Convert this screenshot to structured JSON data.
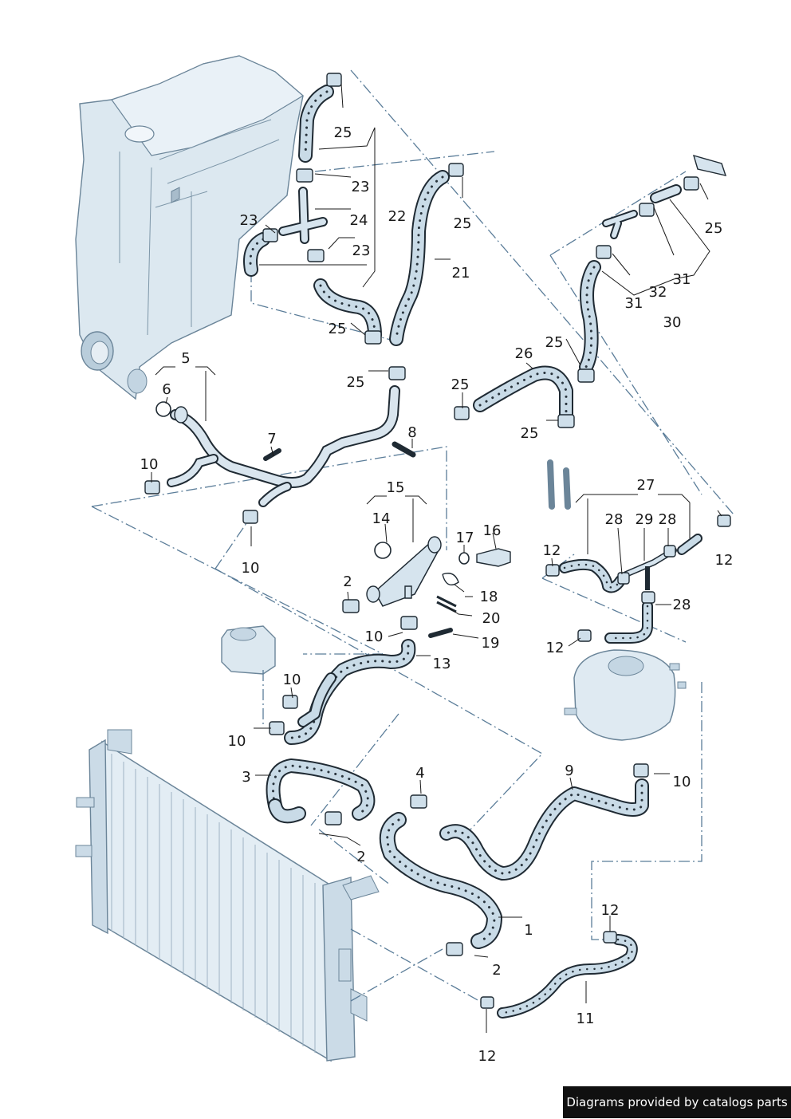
{
  "callouts": [
    {
      "id": "c25a",
      "text": "25"
    },
    {
      "id": "c23a",
      "text": "23"
    },
    {
      "id": "c23b",
      "text": "23"
    },
    {
      "id": "c24",
      "text": "24"
    },
    {
      "id": "c22",
      "text": "22"
    },
    {
      "id": "c23c",
      "text": "23"
    },
    {
      "id": "c25b",
      "text": "25"
    },
    {
      "id": "c21",
      "text": "21"
    },
    {
      "id": "c25c",
      "text": "25"
    },
    {
      "id": "c31a",
      "text": "31"
    },
    {
      "id": "c32",
      "text": "32"
    },
    {
      "id": "c31b",
      "text": "31"
    },
    {
      "id": "c30",
      "text": "30"
    },
    {
      "id": "c25d",
      "text": "25"
    },
    {
      "id": "c25e",
      "text": "25"
    },
    {
      "id": "c26",
      "text": "26"
    },
    {
      "id": "c25f",
      "text": "25"
    },
    {
      "id": "c25g",
      "text": "25"
    },
    {
      "id": "c25h",
      "text": "25"
    },
    {
      "id": "c5",
      "text": "5"
    },
    {
      "id": "c6",
      "text": "6"
    },
    {
      "id": "c7",
      "text": "7"
    },
    {
      "id": "c8",
      "text": "8"
    },
    {
      "id": "c10a",
      "text": "10"
    },
    {
      "id": "c10b",
      "text": "10"
    },
    {
      "id": "c15",
      "text": "15"
    },
    {
      "id": "c14",
      "text": "14"
    },
    {
      "id": "c17",
      "text": "17"
    },
    {
      "id": "c16",
      "text": "16"
    },
    {
      "id": "c27",
      "text": "27"
    },
    {
      "id": "c28a",
      "text": "28"
    },
    {
      "id": "c29",
      "text": "29"
    },
    {
      "id": "c28b",
      "text": "28"
    },
    {
      "id": "c12a",
      "text": "12"
    },
    {
      "id": "c12b",
      "text": "12"
    },
    {
      "id": "c2a",
      "text": "2"
    },
    {
      "id": "c18",
      "text": "18"
    },
    {
      "id": "c20",
      "text": "20"
    },
    {
      "id": "c19",
      "text": "19"
    },
    {
      "id": "c10c",
      "text": "10"
    },
    {
      "id": "c13",
      "text": "13"
    },
    {
      "id": "c28c",
      "text": "28"
    },
    {
      "id": "c12c",
      "text": "12"
    },
    {
      "id": "c10d",
      "text": "10"
    },
    {
      "id": "c10e",
      "text": "10"
    },
    {
      "id": "c3",
      "text": "3"
    },
    {
      "id": "c4",
      "text": "4"
    },
    {
      "id": "c9",
      "text": "9"
    },
    {
      "id": "c10f",
      "text": "10"
    },
    {
      "id": "c2b",
      "text": "2"
    },
    {
      "id": "c1",
      "text": "1"
    },
    {
      "id": "c12d",
      "text": "12"
    },
    {
      "id": "c2c",
      "text": "2"
    },
    {
      "id": "c11",
      "text": "11"
    },
    {
      "id": "c12e",
      "text": "12"
    }
  ],
  "footer": {
    "credit": "Diagrams provided by catalogs parts"
  }
}
